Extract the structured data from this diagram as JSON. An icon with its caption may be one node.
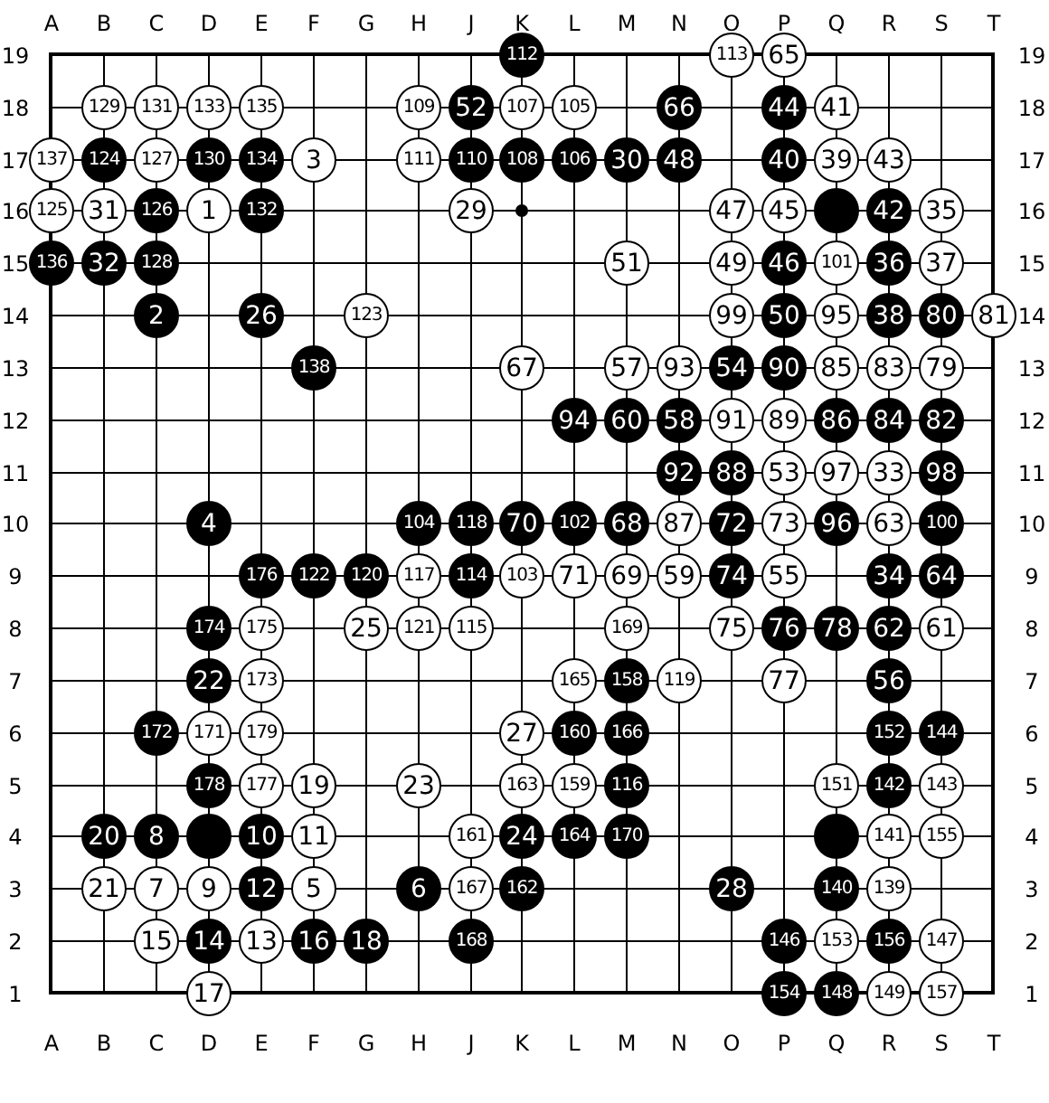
{
  "diagram": {
    "nodes": [
      {
        "text": [
          "112"
        ]
      },
      {
        "text": [
          "113"
        ]
      },
      {
        "text": [
          "65"
        ]
      },
      {
        "text": [
          "129"
        ]
      },
      {
        "text": [
          "131"
        ]
      },
      {
        "text": [
          "133"
        ]
      },
      {
        "text": [
          "135"
        ]
      },
      {
        "text": [
          "109"
        ]
      },
      {
        "text": [
          "52"
        ]
      },
      {
        "text": [
          "107"
        ]
      },
      {
        "text": [
          "105"
        ]
      },
      {
        "text": [
          "66"
        ]
      },
      {
        "text": [
          "44"
        ]
      },
      {
        "text": [
          "41"
        ]
      },
      {
        "text": [
          "137"
        ]
      },
      {
        "text": [
          "124"
        ]
      },
      {
        "text": [
          "127"
        ]
      },
      {
        "text": [
          "130"
        ]
      },
      {
        "text": [
          "134"
        ]
      },
      {
        "text": [
          "3"
        ]
      },
      {
        "text": [
          "111"
        ]
      },
      {
        "text": [
          "110"
        ]
      },
      {
        "text": [
          "108"
        ]
      },
      {
        "text": [
          "106"
        ]
      },
      {
        "text": [
          "30"
        ]
      },
      {
        "text": [
          "48"
        ]
      },
      {
        "text": [
          "40"
        ]
      },
      {
        "text": [
          "39"
        ]
      },
      {
        "text": [
          "43"
        ]
      },
      {
        "text": [
          "125"
        ]
      },
      {
        "text": [
          "31"
        ]
      },
      {
        "text": [
          "126"
        ]
      },
      {
        "text": [
          "1"
        ]
      },
      {
        "text": [
          "132"
        ]
      },
      {
        "text": [
          "29"
        ]
      },
      {
        "text": [
          "47"
        ]
      },
      {
        "text": [
          "45"
        ]
      },
      {
        "text": [],
        "shape": "circle"
      },
      {
        "text": [
          "42"
        ]
      },
      {
        "text": [
          "35"
        ]
      },
      {
        "text": [
          "136"
        ]
      },
      {
        "text": [
          "32"
        ]
      },
      {
        "text": [
          "128"
        ]
      },
      {
        "text": [
          "51"
        ]
      },
      {
        "text": [
          "49"
        ]
      },
      {
        "text": [
          "46"
        ]
      },
      {
        "text": [
          "101"
        ]
      },
      {
        "text": [
          "36"
        ]
      },
      {
        "text": [
          "37"
        ]
      },
      {
        "text": [
          "2"
        ]
      },
      {
        "text": [
          "26"
        ]
      },
      {
        "text": [
          "123"
        ]
      },
      {
        "text": [
          "99"
        ]
      },
      {
        "text": [
          "50"
        ]
      },
      {
        "text": [
          "95"
        ]
      },
      {
        "text": [
          "38"
        ]
      },
      {
        "text": [
          "80"
        ]
      },
      {
        "text": [
          "81"
        ]
      },
      {
        "text": [
          "138"
        ]
      },
      {
        "text": [
          "67"
        ]
      },
      {
        "text": [
          "57"
        ]
      },
      {
        "text": [
          "93"
        ]
      },
      {
        "text": [
          "54"
        ]
      },
      {
        "text": [
          "90"
        ]
      },
      {
        "text": [
          "85"
        ]
      },
      {
        "text": [
          "83"
        ]
      },
      {
        "text": [
          "79"
        ]
      },
      {
        "text": [
          "94"
        ]
      },
      {
        "text": [
          "60"
        ]
      },
      {
        "text": [
          "58"
        ]
      },
      {
        "text": [
          "91"
        ]
      },
      {
        "text": [
          "89"
        ]
      },
      {
        "text": [
          "86"
        ]
      },
      {
        "text": [
          "84"
        ]
      },
      {
        "text": [
          "82"
        ]
      },
      {
        "text": [
          "92"
        ]
      },
      {
        "text": [
          "88"
        ]
      },
      {
        "text": [
          "53"
        ]
      },
      {
        "text": [
          "97"
        ]
      },
      {
        "text": [
          "33"
        ]
      },
      {
        "text": [
          "98"
        ]
      },
      {
        "text": [
          "4"
        ]
      },
      {
        "text": [
          "104"
        ]
      },
      {
        "text": [
          "118"
        ]
      },
      {
        "text": [
          "70"
        ]
      },
      {
        "text": [
          "102"
        ]
      },
      {
        "text": [
          "68"
        ]
      },
      {
        "text": [
          "87"
        ]
      },
      {
        "text": [
          "72"
        ]
      },
      {
        "text": [
          "73"
        ]
      },
      {
        "text": [
          "96"
        ]
      },
      {
        "text": [
          "63"
        ]
      },
      {
        "text": [
          "100"
        ]
      },
      {
        "text": [
          "176"
        ]
      },
      {
        "text": [
          "122"
        ]
      },
      {
        "text": [
          "120"
        ]
      },
      {
        "text": [
          "117"
        ]
      },
      {
        "text": [
          "114"
        ]
      },
      {
        "text": [
          "103"
        ]
      },
      {
        "text": [
          "71"
        ]
      },
      {
        "text": [
          "69"
        ]
      },
      {
        "text": [
          "59"
        ]
      },
      {
        "text": [
          "74"
        ]
      },
      {
        "text": [
          "55"
        ]
      },
      {
        "text": [
          "34"
        ]
      },
      {
        "text": [
          "64"
        ]
      },
      {
        "text": [
          "174"
        ]
      },
      {
        "text": [
          "175"
        ]
      },
      {
        "text": [
          "25"
        ]
      },
      {
        "text": [
          "121"
        ]
      },
      {
        "text": [
          "115"
        ]
      },
      {
        "text": [
          "169"
        ]
      },
      {
        "text": [
          "75"
        ]
      },
      {
        "text": [
          "76"
        ]
      },
      {
        "text": [
          "78"
        ]
      },
      {
        "text": [
          "62"
        ]
      },
      {
        "text": [
          "61"
        ]
      },
      {
        "text": [
          "22"
        ]
      },
      {
        "text": [
          "173"
        ]
      },
      {
        "text": [
          "165"
        ]
      },
      {
        "text": [
          "158"
        ]
      },
      {
        "text": [
          "119"
        ]
      },
      {
        "text": [
          "77"
        ]
      },
      {
        "text": [
          "56"
        ]
      },
      {
        "text": [
          "172"
        ]
      },
      {
        "text": [
          "171"
        ]
      },
      {
        "text": [
          "179"
        ]
      },
      {
        "text": [
          "27"
        ]
      },
      {
        "text": [
          "160"
        ]
      },
      {
        "text": [
          "166"
        ]
      },
      {
        "text": [
          "152"
        ]
      },
      {
        "text": [
          "144"
        ]
      },
      {
        "text": [
          "178"
        ]
      },
      {
        "text": [
          "177"
        ]
      },
      {
        "text": [
          "19"
        ]
      },
      {
        "text": [
          "23"
        ]
      },
      {
        "text": [
          "163"
        ]
      },
      {
        "text": [
          "159"
        ]
      },
      {
        "text": [
          "116"
        ]
      },
      {
        "text": [
          "151"
        ]
      },
      {
        "text": [
          "142"
        ]
      },
      {
        "text": [
          "143"
        ]
      },
      {
        "text": [
          "20"
        ]
      },
      {
        "text": [
          "8"
        ]
      },
      {
        "text": [],
        "shape": "circle"
      },
      {
        "text": [
          "10"
        ]
      },
      {
        "text": [
          "11"
        ]
      },
      {
        "text": [
          "161"
        ]
      },
      {
        "text": [
          "24"
        ]
      },
      {
        "text": [
          "164"
        ]
      },
      {
        "text": [
          "170"
        ]
      },
      {
        "text": [],
        "shape": "circle"
      },
      {
        "text": [
          "141"
        ]
      },
      {
        "text": [
          "155"
        ]
      },
      {
        "text": [
          "21"
        ]
      },
      {
        "text": [
          "7"
        ]
      },
      {
        "text": [
          "9"
        ]
      },
      {
        "text": [
          "12"
        ]
      },
      {
        "text": [
          "5"
        ]
      },
      {
        "text": [
          "6"
        ]
      },
      {
        "text": [
          "167"
        ]
      },
      {
        "text": [
          "162"
        ]
      },
      {
        "text": [
          "28"
        ]
      },
      {
        "text": [
          "140"
        ]
      },
      {
        "text": [
          "139"
        ]
      },
      {
        "text": [
          "15"
        ]
      },
      {
        "text": [
          "14"
        ]
      },
      {
        "text": [
          "13"
        ]
      },
      {
        "text": [
          "16"
        ]
      },
      {
        "text": [
          "18"
        ]
      },
      {
        "text": [
          "168"
        ]
      },
      {
        "text": [
          "146"
        ]
      },
      {
        "text": [
          "153"
        ]
      },
      {
        "text": [
          "156"
        ]
      },
      {
        "text": [
          "147"
        ]
      },
      {
        "text": [
          "17"
        ]
      },
      {
        "text": [
          "154"
        ]
      },
      {
        "text": [
          "148"
        ]
      },
      {
        "text": [
          "149"
        ]
      },
      {
        "text": [
          "157"
        ]
      }
    ],
    "labels": [
      "A",
      "B",
      "C",
      "D",
      "E",
      "F",
      "G",
      "H",
      "J",
      "K",
      "L",
      "M",
      "N",
      "O",
      "P",
      "Q",
      "R",
      "S",
      "T",
      "19",
      "19",
      "18",
      "18",
      "17",
      "17",
      "16",
      "16",
      "15",
      "15",
      "14",
      "14",
      "13",
      "13",
      "12",
      "12",
      "11",
      "11",
      "10",
      "10",
      "9",
      "9",
      "8",
      "8",
      "7",
      "7",
      "6",
      "6",
      "5",
      "5",
      "4",
      "4",
      "3",
      "3",
      "2",
      "2",
      "1",
      "1",
      "A",
      "B",
      "C",
      "D",
      "E",
      "F",
      "G",
      "H",
      "J",
      "K",
      "L",
      "M",
      "N",
      "O",
      "P",
      "Q",
      "R",
      "S",
      "T"
    ]
  }
}
